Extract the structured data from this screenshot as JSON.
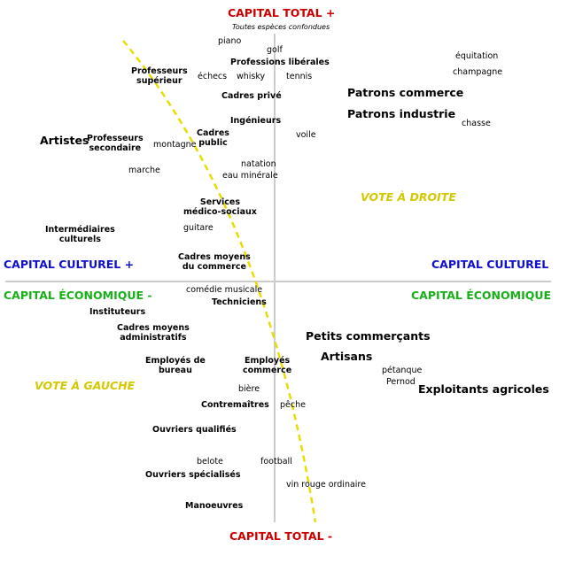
{
  "axes": {
    "top": "CAPITAL TOTAL +",
    "top_sub": "Toutes espèces confondues",
    "bottom": "CAPITAL TOTAL -",
    "left_top": "CAPITAL CULTUREL +",
    "left_bottom": "CAPITAL ÉCONOMIQUE -",
    "right_top": "CAPITAL CULTUREL",
    "right_bottom": "CAPITAL ÉCONOMIQUE"
  },
  "colors": {
    "total": "#cc0000",
    "culturel": "#1010cc",
    "economique": "#18b018",
    "vote": "#d4c800",
    "axis": "#cccccc"
  },
  "votes": {
    "droite": "VOTE À DROITE",
    "gauche": "VOTE À GAUCHE"
  },
  "professions": {
    "profs_sup_1": "Professeurs",
    "profs_sup_2": "supérieur",
    "professions_liberales": "Professions libérales",
    "cadres_prive": "Cadres privé",
    "patrons_commerce": "Patrons commerce",
    "patrons_industrie": "Patrons industrie",
    "ingenieurs": "Ingénieurs",
    "cadres_public_1": "Cadres",
    "cadres_public_2": "public",
    "artistes": "Artistes",
    "profs_sec_1": "Professeurs",
    "profs_sec_2": "secondaire",
    "services_1": "Services",
    "services_2": "médico-sociaux",
    "intermediaires_1": "Intermédiaires",
    "intermediaires_2": "culturels",
    "cadres_moyens_com_1": "Cadres moyens",
    "cadres_moyens_com_2": "du commerce",
    "techniciens": "Techniciens",
    "instituteurs": "Instituteurs",
    "cadres_moyens_adm_1": "Cadres moyens",
    "cadres_moyens_adm_2": "administratifs",
    "employes_bureau_1": "Employés de",
    "employes_bureau_2": "bureau",
    "employes_commerce_1": "Employés",
    "employes_commerce_2": "commerce",
    "petits_commercants": "Petits commerçants",
    "artisans": "Artisans",
    "exploitants_agricoles": "Exploitants agricoles",
    "contremaitres": "Contremaîtres",
    "ouvriers_qualifies": "Ouvriers qualifiés",
    "ouvriers_specialises": "Ouvriers spécialisés",
    "manoeuvres": "Manoeuvres"
  },
  "practices": {
    "piano": "piano",
    "golf": "golf",
    "echecs": "échecs",
    "whisky": "whisky",
    "tennis": "tennis",
    "equitation": "équitation",
    "champagne": "champagne",
    "chasse": "chasse",
    "voile": "voile",
    "montagne": "montagne",
    "marche": "marche",
    "natation": "natation",
    "eau_minerale": "eau minérale",
    "guitare": "guitare",
    "comedie_musicale": "comédie musicale",
    "petanque": "pétanque",
    "pernod": "Pernod",
    "biere": "bière",
    "peche": "pêche",
    "belote": "belote",
    "football": "football",
    "vin_rouge": "vin rouge ordinaire"
  }
}
